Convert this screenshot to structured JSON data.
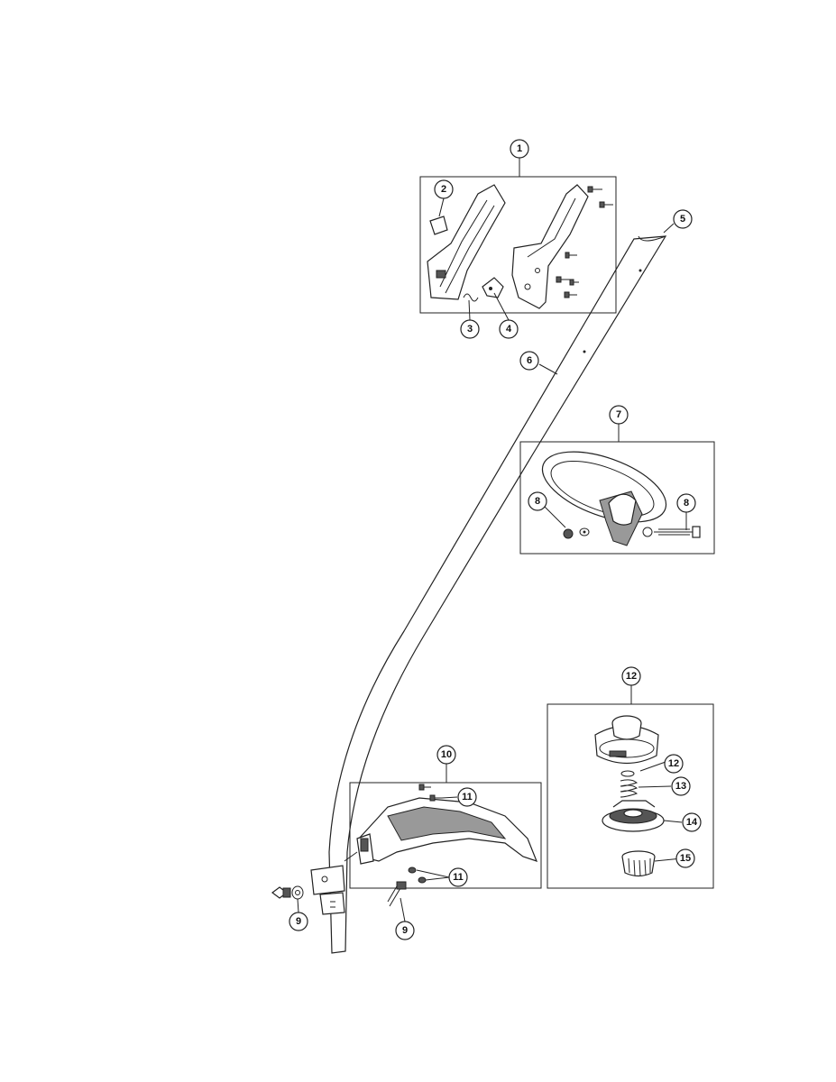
{
  "callouts": [
    {
      "id": "c1",
      "text": "1"
    },
    {
      "id": "c2",
      "text": "2"
    },
    {
      "id": "c3",
      "text": "3"
    },
    {
      "id": "c4",
      "text": "4"
    },
    {
      "id": "c5",
      "text": "5"
    },
    {
      "id": "c6",
      "text": "6"
    },
    {
      "id": "c7",
      "text": "7"
    },
    {
      "id": "c8a",
      "text": "8"
    },
    {
      "id": "c8b",
      "text": "8"
    },
    {
      "id": "c9a",
      "text": "9"
    },
    {
      "id": "c9b",
      "text": "9"
    },
    {
      "id": "c10",
      "text": "10"
    },
    {
      "id": "c11a",
      "text": "11"
    },
    {
      "id": "c11b",
      "text": "11"
    },
    {
      "id": "c12a",
      "text": "12"
    },
    {
      "id": "c12b",
      "text": "12"
    },
    {
      "id": "c13",
      "text": "13"
    },
    {
      "id": "c14",
      "text": "14"
    },
    {
      "id": "c15",
      "text": "15"
    }
  ]
}
